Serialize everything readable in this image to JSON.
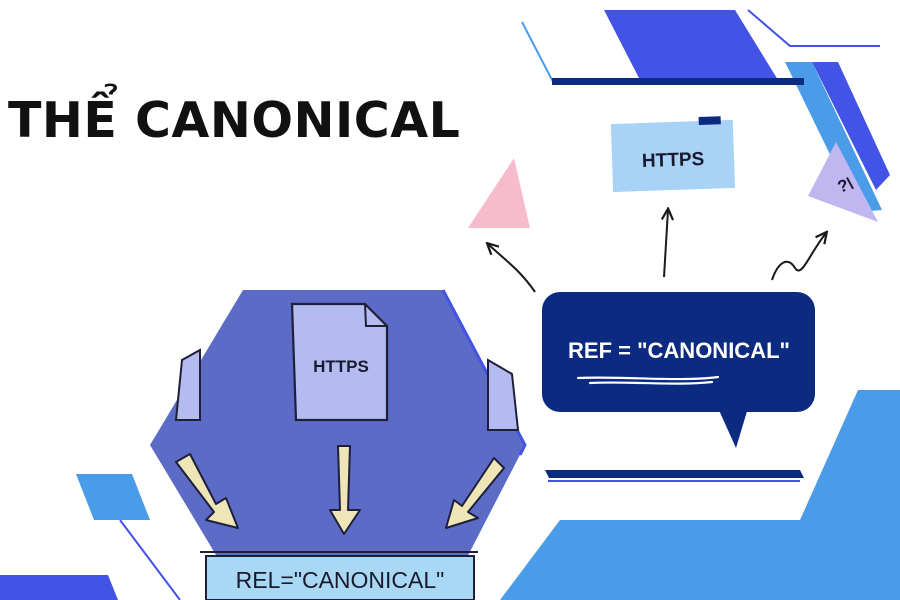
{
  "title": "THỂ CANONICAL",
  "left_panel": {
    "doc_label": "HTTPS",
    "banner_label": "REL=\"CANONICAL\""
  },
  "right_panel": {
    "card_label": "HTTPS",
    "bubble_label": "REF = \"CANONICAL\"",
    "right_triangle_label": "?\\"
  },
  "colors": {
    "hexagon": "#5b6bc6",
    "doc_fill": "#b3bbf1",
    "arrow_fill": "#efe6b8",
    "banner": "#a8d8f3",
    "navy": "#0c2a7f",
    "royal_blue": "#4353e6",
    "sky_blue": "#4a9be8",
    "pink": "#f6bccb",
    "lavender": "#c0b7f1",
    "card": "#a9d2f7",
    "text_dark": "#111111"
  },
  "icons": [
    "document-icon",
    "down-arrow-icon",
    "curved-arrow-icon",
    "squiggle-arrow-icon",
    "speech-bubble-icon",
    "triangle-icon"
  ]
}
